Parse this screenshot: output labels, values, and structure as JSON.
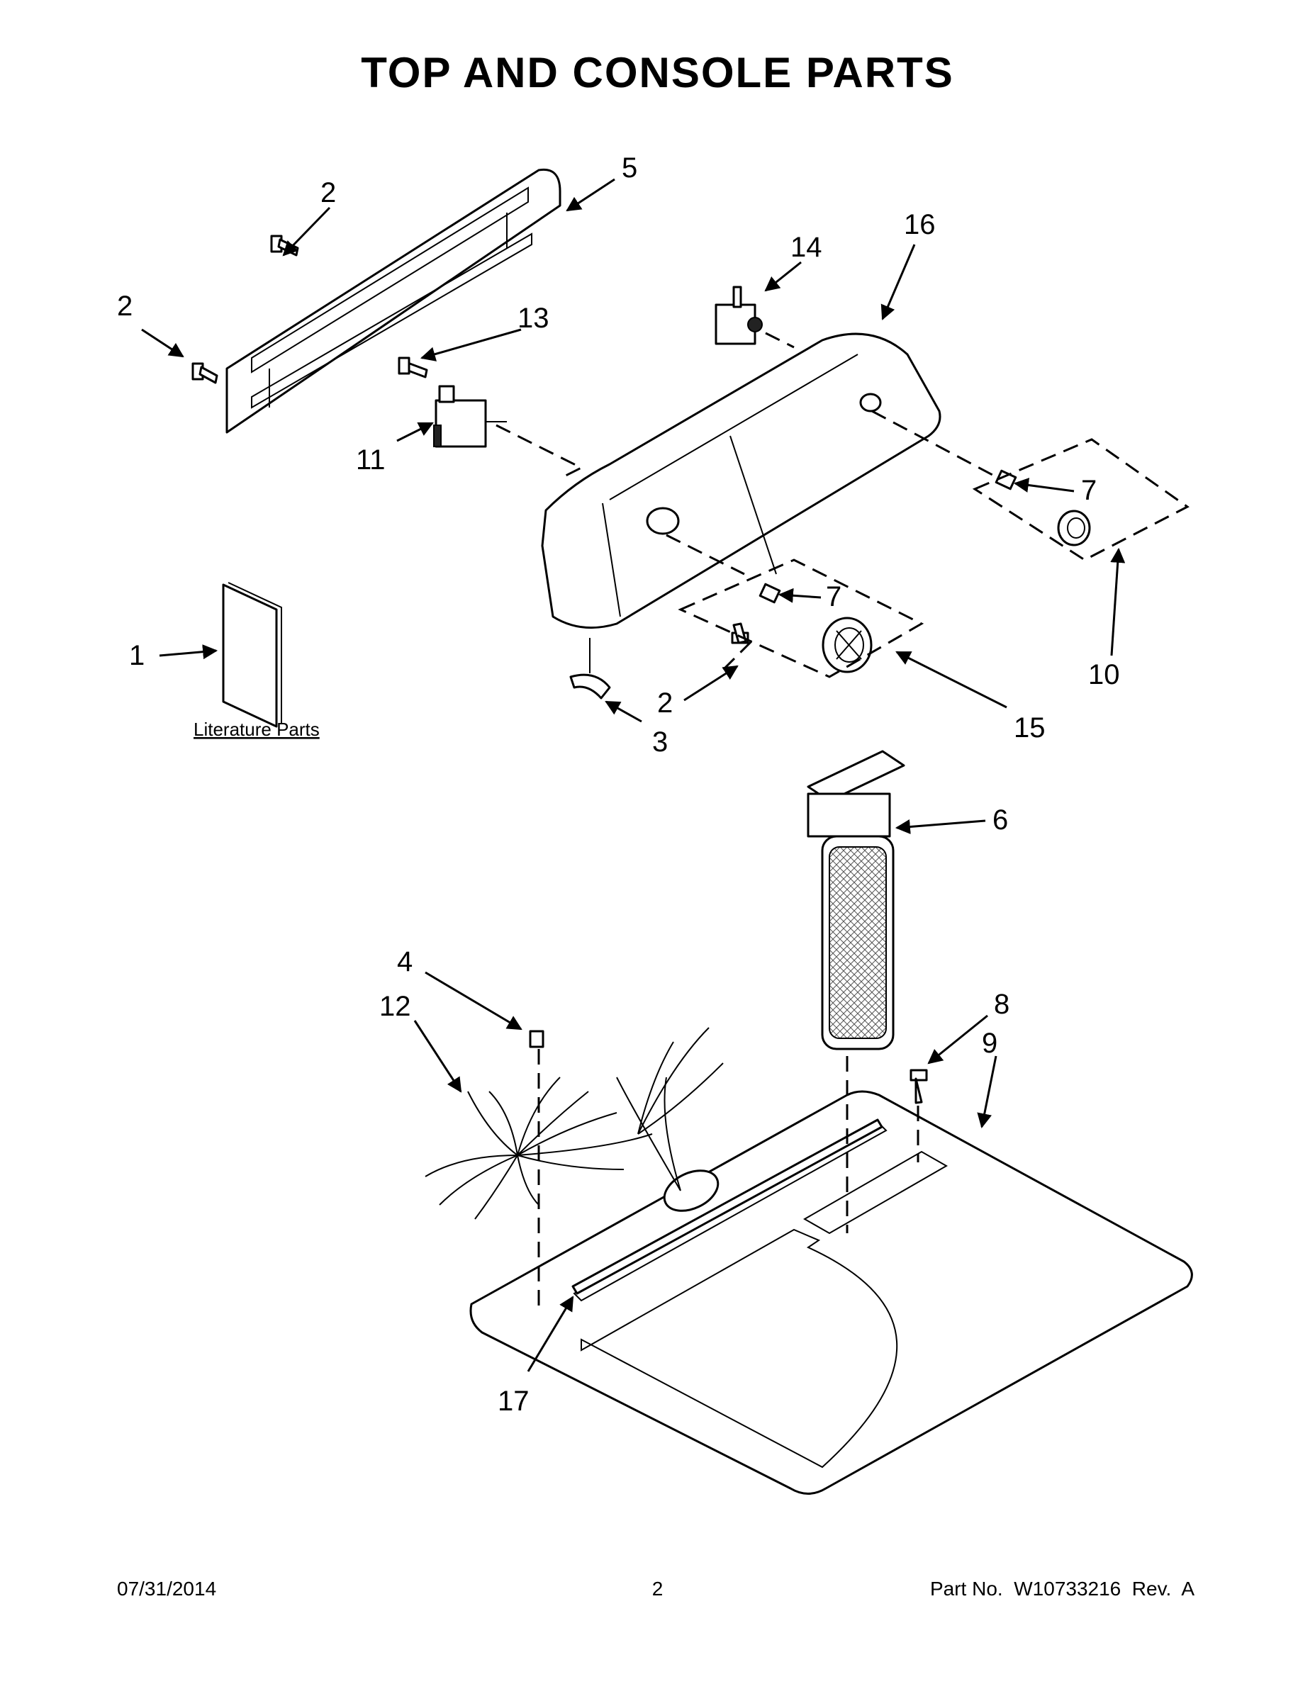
{
  "title": "TOP AND CONSOLE PARTS",
  "literature_label": "Literature Parts",
  "callouts": {
    "c1": "1",
    "c2a": "2",
    "c2b": "2",
    "c2c": "2",
    "c3": "3",
    "c4": "4",
    "c5": "5",
    "c6": "6",
    "c7a": "7",
    "c7b": "7",
    "c8": "8",
    "c9": "9",
    "c10": "10",
    "c11": "11",
    "c12": "12",
    "c13": "13",
    "c14": "14",
    "c15": "15",
    "c16": "16",
    "c17": "17"
  },
  "footer": {
    "date": "07/31/2014",
    "page": "2",
    "part_no": "Part No.  W10733216  Rev.  A"
  }
}
